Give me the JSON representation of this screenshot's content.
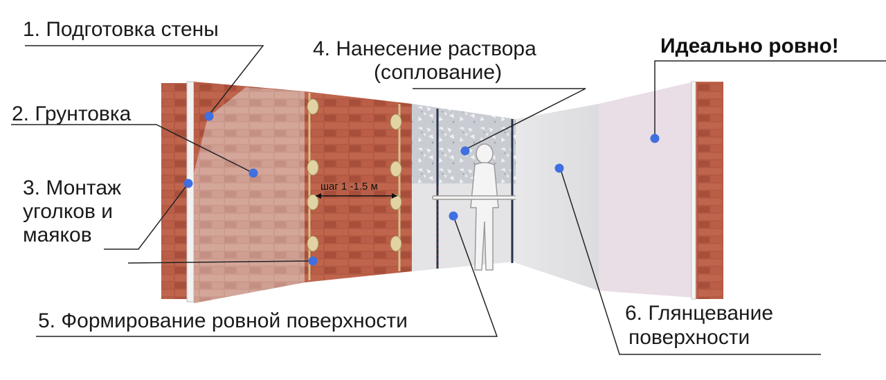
{
  "title": "Идеально ровно!",
  "steps": {
    "s1": "1. Подготовка стены",
    "s2": "2. Грунтовка",
    "s3": [
      "3. Монтаж",
      "уголков и",
      "маяков"
    ],
    "s4": [
      "4. Нанесение раствора",
      "(соплование)"
    ],
    "s5": "5. Формирование ровной поверхности",
    "s6": [
      "6. Глянцевание",
      "поверхности"
    ]
  },
  "beacon_step": "шаг 1 -1.5 м",
  "colors": {
    "brick": "#b5553f",
    "mortar": "#e7e2dc",
    "marker": "#3f6fe0",
    "leader": "#222222"
  }
}
